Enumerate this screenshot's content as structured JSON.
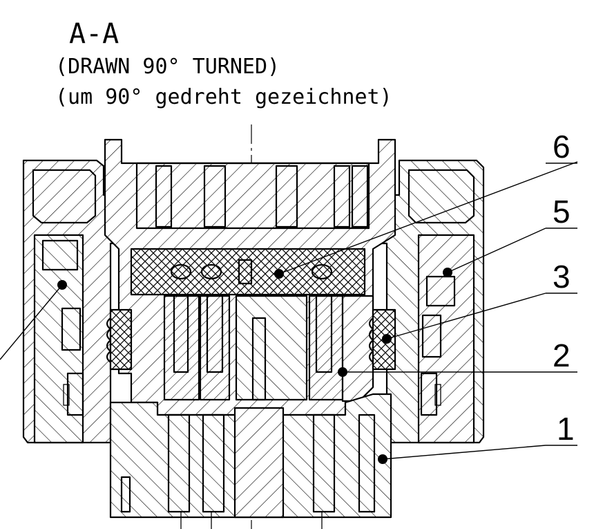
{
  "section": {
    "label": "A-A",
    "note_en": "(DRAWN 90° TURNED)",
    "note_de": "(um 90° gedreht gezeichnet)"
  },
  "callouts": [
    {
      "id": "6",
      "label": "6"
    },
    {
      "id": "5",
      "label": "5"
    },
    {
      "id": "3",
      "label": "3"
    },
    {
      "id": "2",
      "label": "2"
    },
    {
      "id": "1",
      "label": "1"
    }
  ],
  "colors": {
    "ink": "#000000",
    "paper": "#ffffff"
  }
}
